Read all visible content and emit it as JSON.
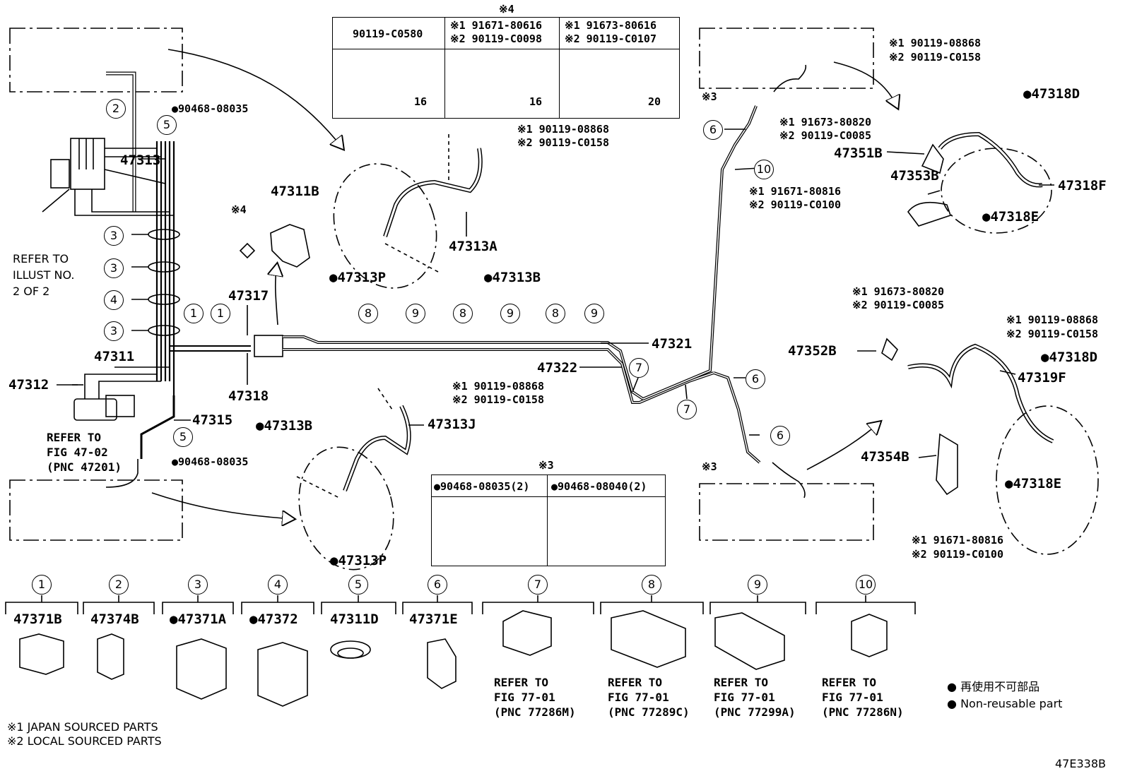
{
  "diagram_code": "47E338B",
  "mark3": "※3",
  "mark4": "※4",
  "legend": {
    "ja": "再使用不可部品",
    "en": "Non-reusable part"
  },
  "footnotes": [
    "※1 JAPAN SOURCED PARTS",
    "※2 LOCAL SOURCED PARTS"
  ],
  "bolt_table": {
    "title": "※4",
    "columns": [
      {
        "lines": [
          "90119-C0580"
        ],
        "length": "16"
      },
      {
        "lines": [
          "※1 91671-80616",
          "※2 90119-C0098"
        ],
        "length": "16"
      },
      {
        "lines": [
          "※1 91673-80616",
          "※2 90119-C0107"
        ],
        "length": "20"
      }
    ]
  },
  "clip_table": {
    "title": "※3",
    "columns": [
      "●90468-08035(2)",
      "●90468-08040(2)"
    ]
  },
  "callouts": {
    "c2": "2",
    "c5a": "5",
    "c3a": "3",
    "c3b": "3",
    "c4": "4",
    "c3c": "3",
    "c1a": "1",
    "c1b": "1",
    "c5b": "5",
    "c8a": "8",
    "c9a": "9",
    "c8b": "8",
    "c9b": "9",
    "c8c": "8",
    "c9c": "9",
    "c7a": "7",
    "c7b": "7",
    "c6a": "6",
    "c6b": "6",
    "c6c": "6",
    "c10": "10"
  },
  "labels": {
    "p47313": "47313",
    "p47311B": "47311B",
    "p47317": "47317",
    "p47318": "47318",
    "p47311": "47311",
    "p47312": "47312",
    "p47315": "47315",
    "p47313A": "47313A",
    "p47313P_top": "●47313P",
    "p47313B_top": "●47313B",
    "p47313J": "47313J",
    "p47313B_bot": "●47313B",
    "p47313P_bot": "●47313P",
    "p47321": "47321",
    "p47322": "47322",
    "p47351B": "47351B",
    "p47353B": "47353B",
    "p47318D_top": "●47318D",
    "p47318F": "47318F",
    "p47318E_top": "●47318E",
    "p47352B": "47352B",
    "p47319F": "47319F",
    "p47318D_bot": "●47318D",
    "p47354B": "47354B",
    "p47318E_bot": "●47318E",
    "clip_top": "●90468-08035",
    "clip_bot": "●90468-08035",
    "mark4_small": "※4",
    "mark3_top": "※3",
    "mark3_bot": "※3"
  },
  "bolt_refs": {
    "a1": "※1 90119-08868",
    "a2": "※2 90119-C0158",
    "b1": "※1 90119-08868",
    "b2": "※2 90119-C0158",
    "c1": "※1 90119-08868",
    "c2": "※2 90119-C0158",
    "d1": "※1 91673-80820",
    "d2": "※2 90119-C0085",
    "e1": "※1 91671-80816",
    "e2": "※2 90119-C0100",
    "f1": "※1 91673-80820",
    "f2": "※2 90119-C0085",
    "g1": "※1 90119-08868",
    "g2": "※2 90119-C0158",
    "h1": "※1 91671-80816",
    "h2": "※2 90119-C0100"
  },
  "refer_texts": {
    "illust": "REFER TO\nILLUST NO.\n2 OF 2",
    "fig4702": "REFER TO\nFIG 47-02\n(PNC 47201)"
  },
  "clamps": [
    {
      "num": "1",
      "part": "47371B",
      "refer": ""
    },
    {
      "num": "2",
      "part": "47374B",
      "refer": ""
    },
    {
      "num": "3",
      "part": "●47371A",
      "refer": ""
    },
    {
      "num": "4",
      "part": "●47372",
      "refer": ""
    },
    {
      "num": "5",
      "part": "47311D",
      "refer": ""
    },
    {
      "num": "6",
      "part": "47371E",
      "refer": ""
    },
    {
      "num": "7",
      "part": "",
      "refer": "REFER TO\nFIG 77-01\n(PNC 77286M)"
    },
    {
      "num": "8",
      "part": "",
      "refer": "REFER TO\nFIG 77-01\n(PNC 77289C)"
    },
    {
      "num": "9",
      "part": "",
      "refer": "REFER TO\nFIG 77-01\n(PNC 77299A)"
    },
    {
      "num": "10",
      "part": "",
      "refer": "REFER TO\nFIG 77-01\n(PNC 77286N)"
    }
  ]
}
